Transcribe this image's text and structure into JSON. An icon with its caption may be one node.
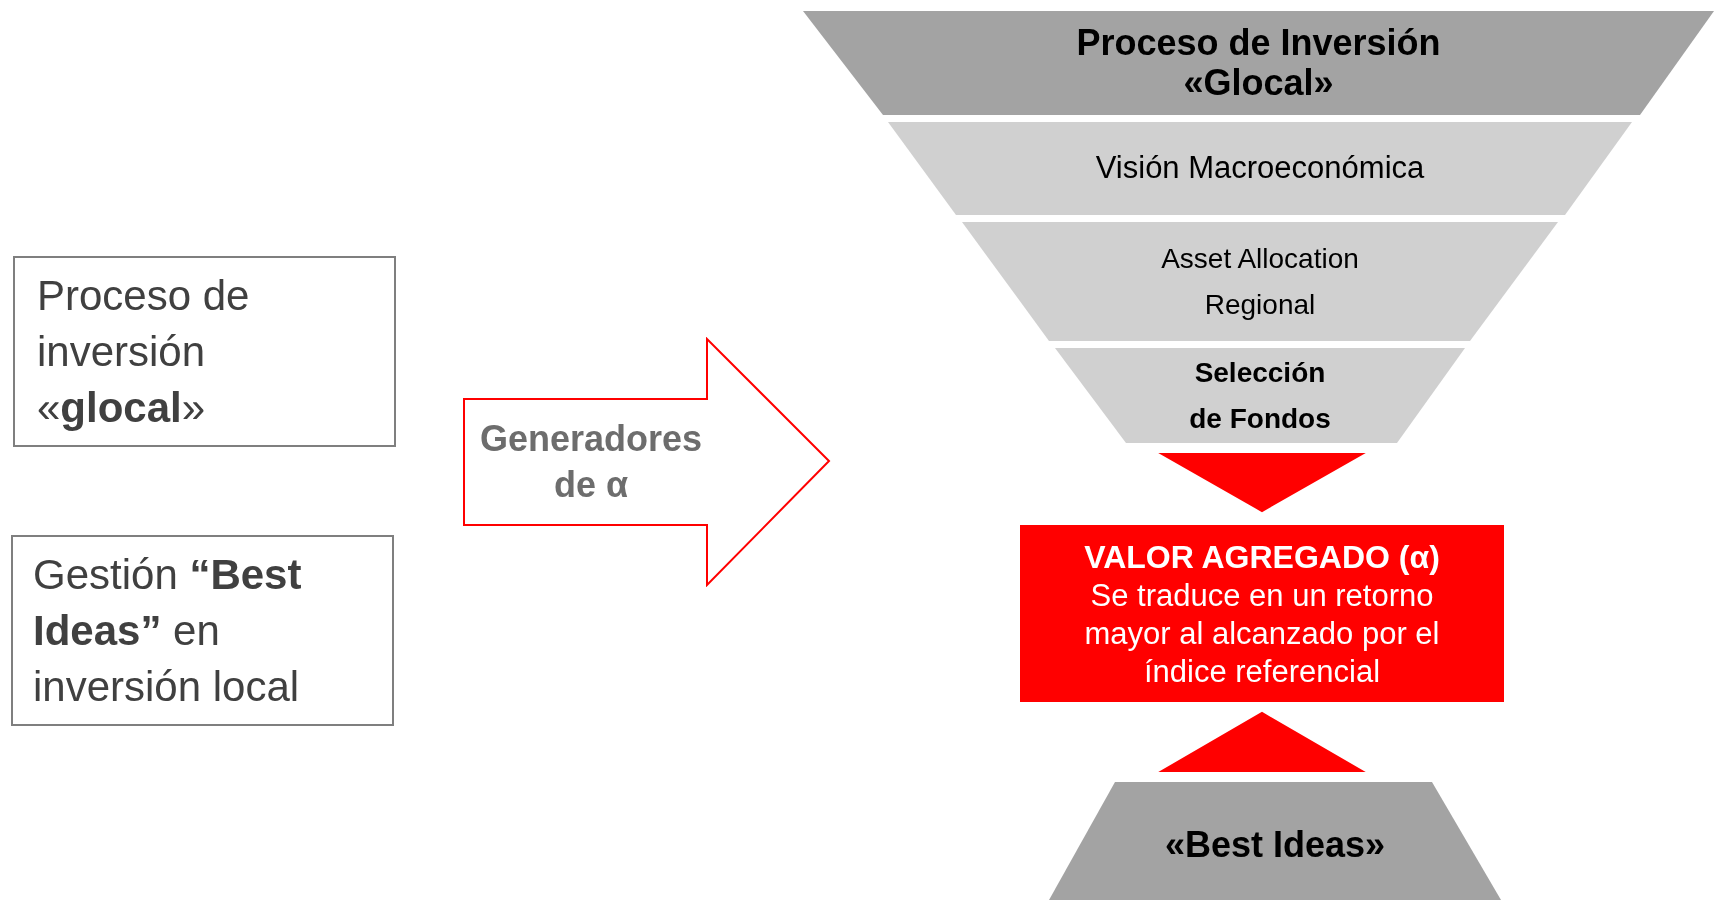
{
  "diagram": {
    "nodes": [
      {
        "text": [
          "Proceso de Inversión «Glocal»"
        ]
      },
      {
        "text": [
          "Visión Macroeconómica"
        ]
      },
      {
        "text": [
          "Asset Allocation Regional"
        ]
      },
      {
        "text": [
          "Selección de Fondos"
        ]
      },
      {
        "text": [
          "VALOR AGREGADO (α)",
          "Se traduce en un retorno mayor al alcanzado por el índice referencial"
        ]
      },
      {
        "text": [
          "«Best Ideas»"
        ]
      },
      {
        "text": [
          "Proceso de inversión «**glocal**»"
        ]
      },
      {
        "text": [
          "Gestión **“Best Ideas”** en inversión local"
        ]
      },
      {
        "text": [
          "Generadores de α"
        ]
      }
    ],
    "edges": [
      {
        "from": 3,
        "to": 4,
        "arrow": "to"
      },
      {
        "from": 5,
        "to": 4,
        "arrow": "to"
      }
    ]
  }
}
